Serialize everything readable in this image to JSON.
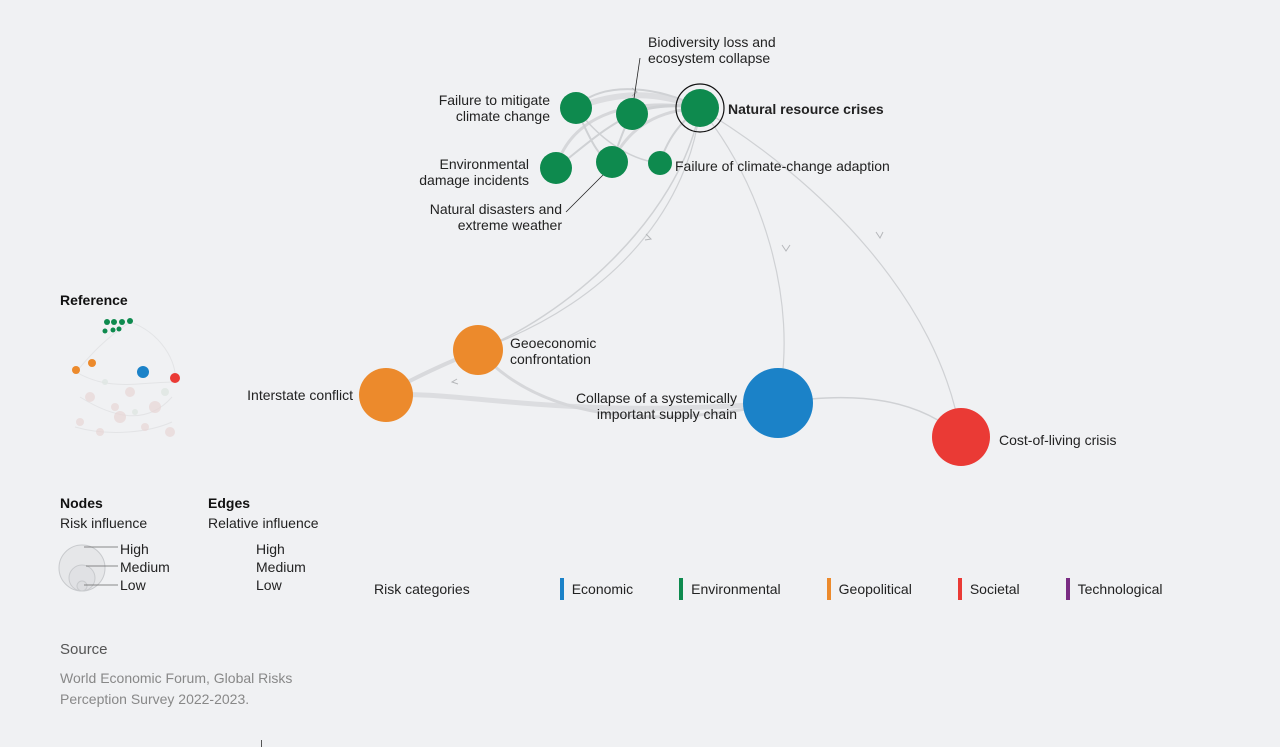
{
  "nodes": [
    {
      "id": "natural-resource-crises",
      "label": [
        "Natural resource crises"
      ],
      "color": "#0e8a4e",
      "bold": true
    },
    {
      "id": "failure-to-mitigate",
      "label": [
        "Failure to mitigate",
        "climate change"
      ],
      "color": "#0e8a4e"
    },
    {
      "id": "biodiversity-loss",
      "label": [
        "Biodiversity loss and",
        "ecosystem collapse"
      ],
      "color": "#0e8a4e"
    },
    {
      "id": "environmental-damage",
      "label": [
        "Environmental",
        "damage incidents"
      ],
      "color": "#0e8a4e"
    },
    {
      "id": "natural-disasters",
      "label": [
        "Natural disasters and",
        "extreme weather"
      ],
      "color": "#0e8a4e"
    },
    {
      "id": "failure-adaption",
      "label": [
        "Failure of climate-change adaption"
      ],
      "color": "#0e8a4e"
    },
    {
      "id": "geoeconomic-confrontation",
      "label": [
        "Geoeconomic",
        "confrontation"
      ],
      "color": "#ec8a2c"
    },
    {
      "id": "interstate-conflict",
      "label": [
        "Interstate conflict"
      ],
      "color": "#ec8a2c"
    },
    {
      "id": "supply-chain-collapse",
      "label": [
        "Collapse of a systemically",
        "important supply chain"
      ],
      "color": "#1b82c8"
    },
    {
      "id": "cost-of-living",
      "label": [
        "Cost-of-living crisis"
      ],
      "color": "#ea3a35"
    }
  ],
  "reference": {
    "title": "Reference"
  },
  "nodes_legend": {
    "title": "Nodes",
    "subtitle": "Risk influence",
    "levels": [
      "High",
      "Medium",
      "Low"
    ]
  },
  "edges_legend": {
    "title": "Edges",
    "subtitle": "Relative influence",
    "levels": [
      "High",
      "Medium",
      "Low"
    ]
  },
  "categories": {
    "title": "Risk categories",
    "items": [
      {
        "name": "Economic",
        "color": "#1b82c8"
      },
      {
        "name": "Environmental",
        "color": "#0e8a4e"
      },
      {
        "name": "Geopolitical",
        "color": "#ec8a2c"
      },
      {
        "name": "Societal",
        "color": "#ea3a35"
      },
      {
        "name": "Technological",
        "color": "#7a2c83"
      }
    ]
  },
  "source": {
    "title": "Source",
    "text": "World Economic Forum, Global Risks Perception Survey 2022-2023."
  }
}
